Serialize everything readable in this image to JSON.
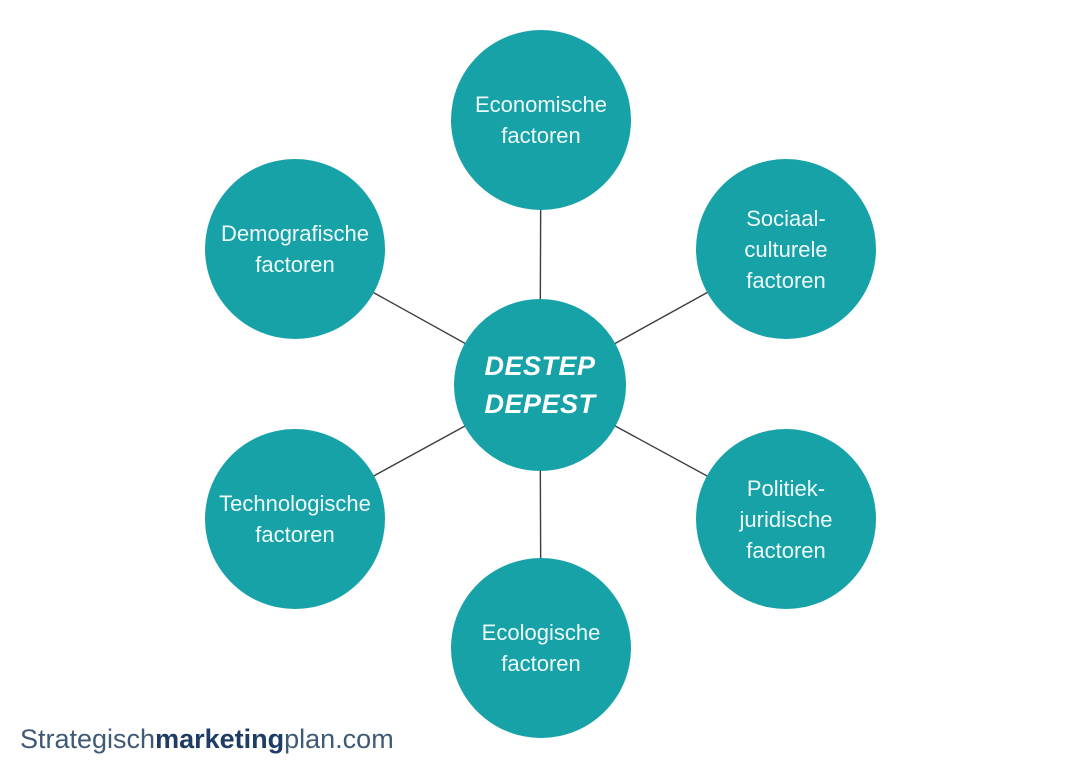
{
  "diagram": {
    "center": {
      "line1": "DESTEP",
      "line2": "DEPEST"
    },
    "nodes": [
      {
        "id": "economische",
        "label": "Economische factoren",
        "position": "top"
      },
      {
        "id": "demografische",
        "label": "Demografische factoren",
        "position": "upper-left"
      },
      {
        "id": "sociaal-culturele",
        "label": "Sociaal-culturele factoren",
        "position": "upper-right"
      },
      {
        "id": "technologische",
        "label": "Technologische factoren",
        "position": "lower-left"
      },
      {
        "id": "politiek-juridische",
        "label": "Politiek-juridische factoren",
        "position": "lower-right"
      },
      {
        "id": "ecologische",
        "label": "Ecologische factoren",
        "position": "bottom"
      }
    ]
  },
  "footer": {
    "brand_regular_1": "Strategisch",
    "brand_bold": "marketing",
    "brand_regular_2": "plan.com"
  },
  "colors": {
    "node_fill": "#16a2a7",
    "node_text": "#eefafa",
    "center_text": "#ffffff",
    "connector_line": "#3d3d3d",
    "footer_regular": "#3e5a76",
    "footer_bold": "#1e3c64"
  }
}
